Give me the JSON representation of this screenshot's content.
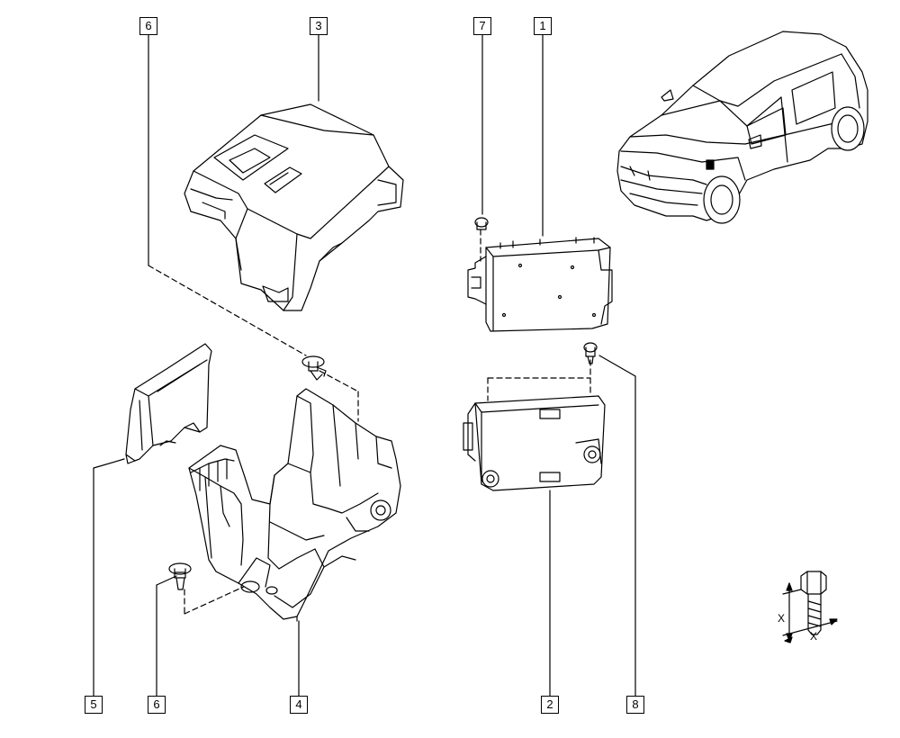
{
  "callouts": {
    "c1": "1",
    "c2": "2",
    "c3": "3",
    "c4": "4",
    "c5": "5",
    "c6_top": "6",
    "c6_bottom": "6",
    "c7": "7",
    "c8": "8"
  },
  "dimension_labels": {
    "x_vertical": "X",
    "x_horizontal": "X"
  }
}
